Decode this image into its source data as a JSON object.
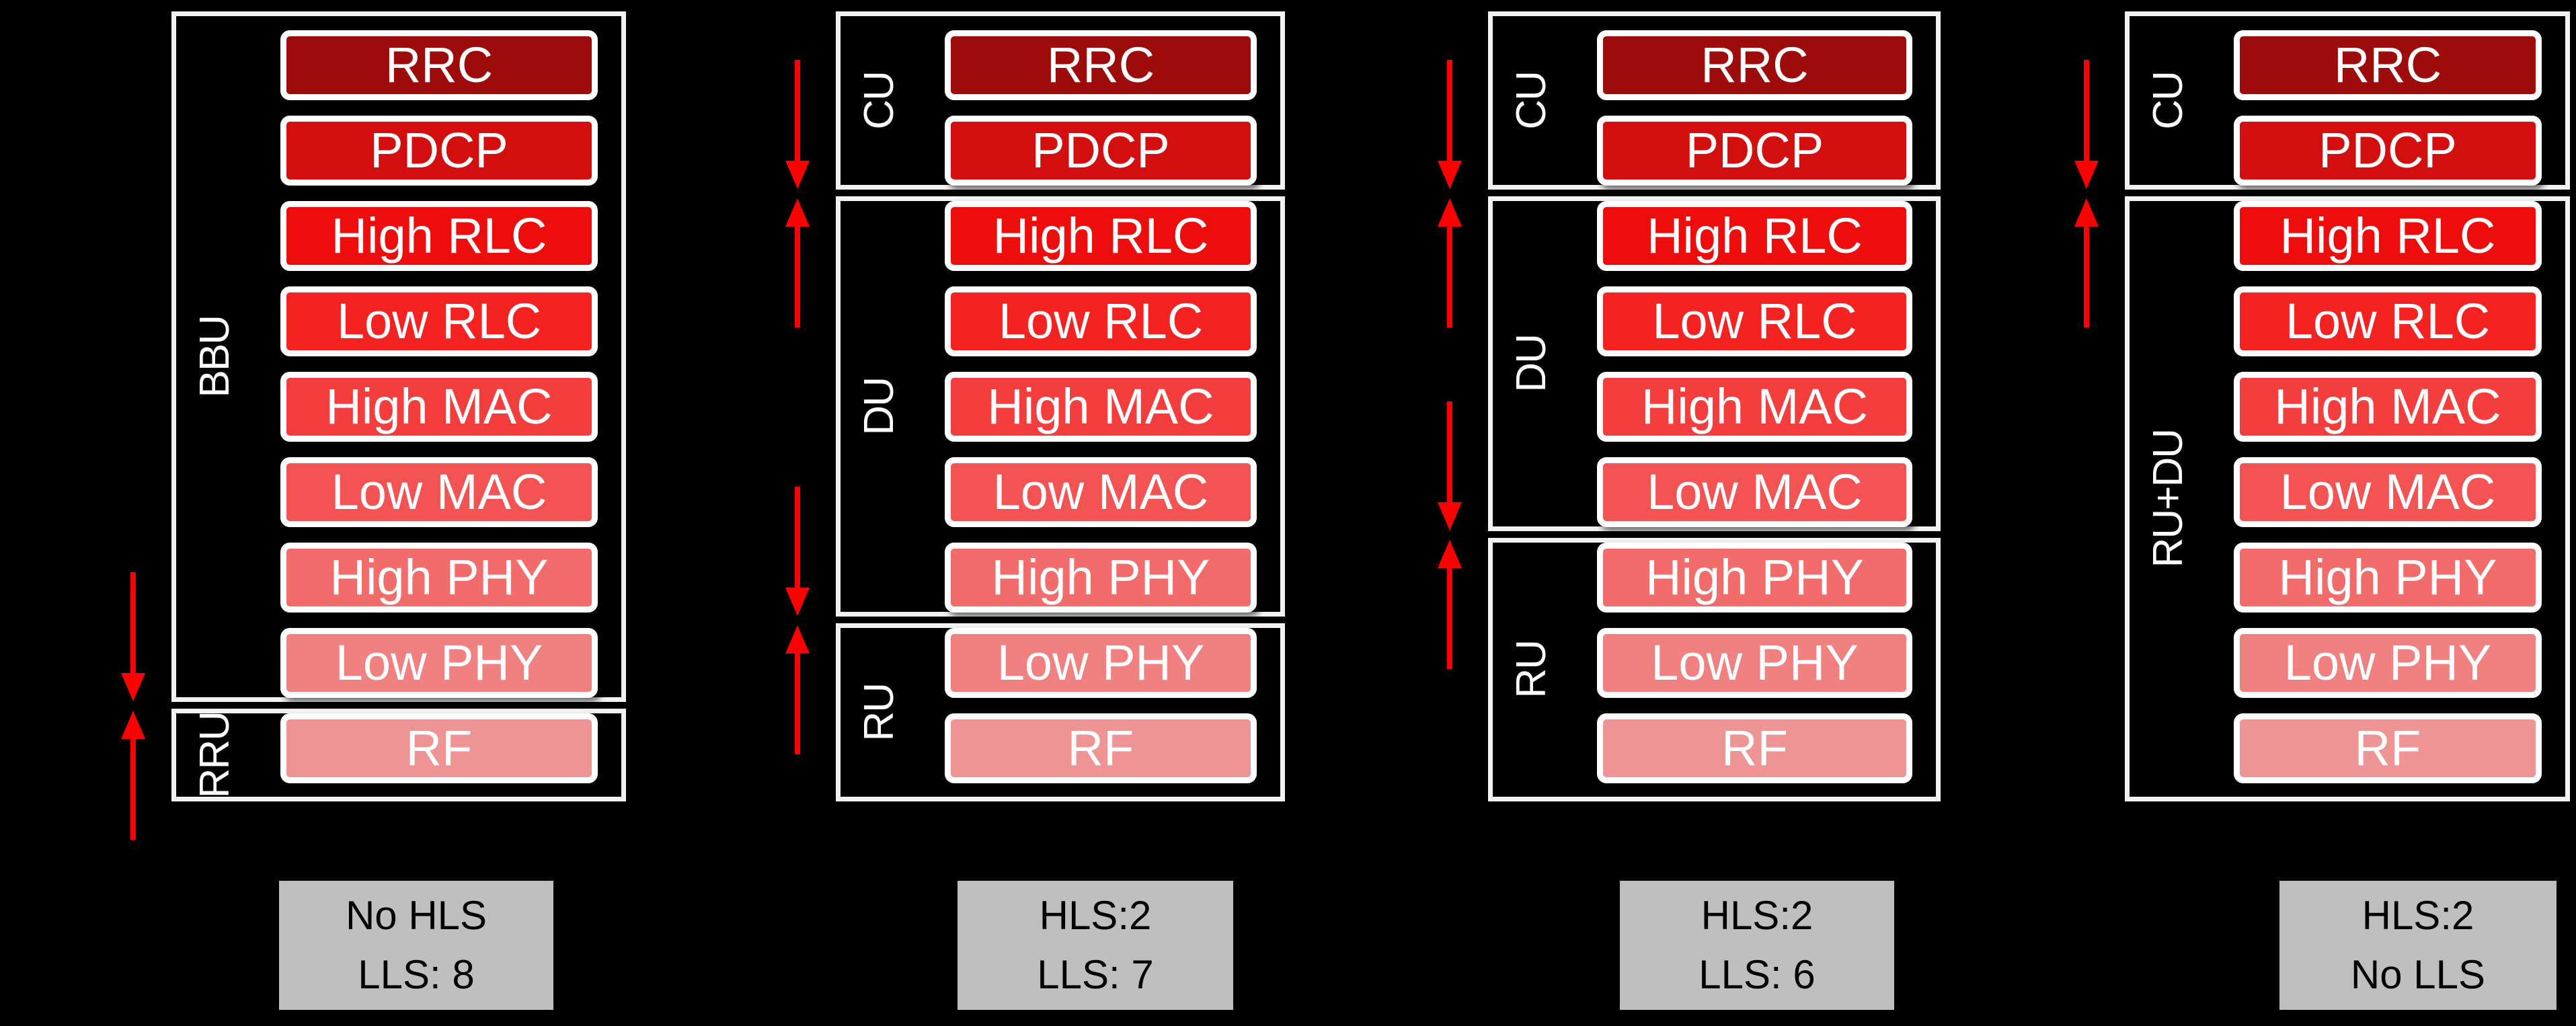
{
  "colors": {
    "background": "#000000",
    "arrow": "#ff0000",
    "section_border": "#f2f2f2",
    "layer_border": "#ffffff",
    "layer_text": "#ffffff",
    "caption_bg": "#bfbfbf",
    "caption_text": "#000000"
  },
  "layers": [
    {
      "name": "RRC",
      "color": "#9e0b0b"
    },
    {
      "name": "PDCP",
      "color": "#d20e0e"
    },
    {
      "name": "High RLC",
      "color": "#ee0d0d"
    },
    {
      "name": "Low RLC",
      "color": "#f52222"
    },
    {
      "name": "High MAC",
      "color": "#f43d3d"
    },
    {
      "name": "Low MAC",
      "color": "#f45353"
    },
    {
      "name": "High PHY",
      "color": "#f26c6c"
    },
    {
      "name": "Low PHY",
      "color": "#f18181"
    },
    {
      "name": "RF",
      "color": "#ef9494"
    }
  ],
  "columns": [
    {
      "sections": [
        {
          "label": "BBU"
        },
        {
          "label": "RRU"
        }
      ],
      "caption": {
        "line1": "No HLS",
        "line2": "LLS: 8"
      }
    },
    {
      "sections": [
        {
          "label": "CU"
        },
        {
          "label": "DU"
        },
        {
          "label": "RU"
        }
      ],
      "caption": {
        "line1": "HLS:2",
        "line2": "LLS: 7"
      }
    },
    {
      "sections": [
        {
          "label": "CU"
        },
        {
          "label": "DU"
        },
        {
          "label": "RU"
        }
      ],
      "caption": {
        "line1": "HLS:2",
        "line2": "LLS: 6"
      }
    },
    {
      "sections": [
        {
          "label": "CU"
        },
        {
          "label": "RU+DU"
        }
      ],
      "caption": {
        "line1": "HLS:2",
        "line2": "No LLS"
      }
    }
  ]
}
